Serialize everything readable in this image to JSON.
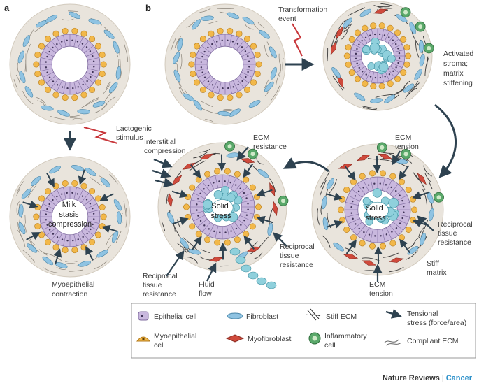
{
  "panels": {
    "a": "a",
    "b": "b"
  },
  "panel_a": {
    "trigger": [
      "Lactogenic",
      "stimulus"
    ],
    "center": [
      "Milk",
      "stasis",
      "compression"
    ],
    "bottom": [
      "Myoepithelial",
      "contraction"
    ]
  },
  "panel_b": {
    "transformation": [
      "Transformation",
      "event"
    ],
    "activated": [
      "Activated",
      "stroma;",
      "matrix",
      "stiffening"
    ],
    "interstitial": [
      "Interstitial",
      "compression"
    ],
    "ecm_resistance": [
      "ECM",
      "resistance"
    ],
    "ecm_tension_top": [
      "ECM",
      "tension"
    ],
    "solid_stress": [
      "Solid",
      "stress"
    ],
    "reciprocal_left": [
      "Reciprocal",
      "tissue",
      "resistance"
    ],
    "fluid_flow": [
      "Fluid",
      "flow"
    ],
    "reciprocal_middle": [
      "Reciprocal",
      "tissue",
      "resistance"
    ],
    "ecm_tension_bottom": [
      "ECM",
      "tension"
    ],
    "stiff_matrix": [
      "Stiff",
      "matrix"
    ],
    "reciprocal_right": [
      "Reciprocal",
      "tissue",
      "resistance"
    ]
  },
  "legend": {
    "epithelial": "Epithelial cell",
    "fibroblast": "Fibroblast",
    "stiff_ecm": "Stiff ECM",
    "tensional": [
      "Tensional",
      "stress (force/area)"
    ],
    "myoepithelial": [
      "Myoepithelial",
      "cell"
    ],
    "myofibroblast": "Myofibroblast",
    "inflammatory": [
      "Inflammatory",
      "cell"
    ],
    "compliant_ecm": "Compliant ECM"
  },
  "footer": {
    "journal": "Nature Reviews",
    "section": "Cancer"
  },
  "colors": {
    "stroma": "#e9e4dc",
    "epithelial": "#c9b8de",
    "epithelial_stroke": "#7e6a9e",
    "myoepithelial": "#f2b84a",
    "fibroblast": "#8fc3e2",
    "myofibroblast": "#cf4a3c",
    "inflammatory": "#5aa86a",
    "tumor": "#8fd0dc",
    "arrow": "#2e4250",
    "trigger": "#c8363a",
    "accent": "#2a8fc9"
  }
}
